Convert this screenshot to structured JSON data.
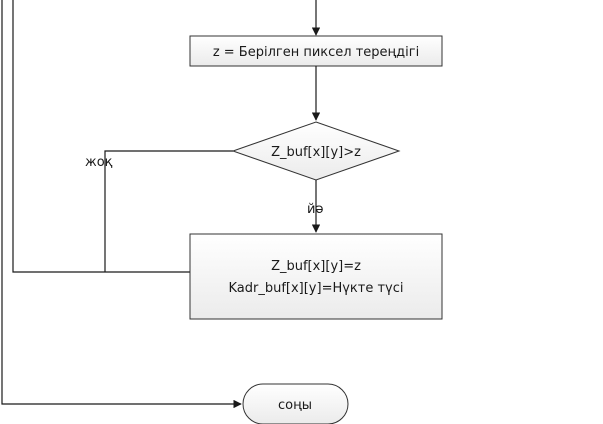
{
  "flowchart": {
    "process_depth": {
      "label": "z = Берілген пиксел тереңдігі"
    },
    "decision": {
      "label": "Z_buf[x][y]>z"
    },
    "branch_no": {
      "label": "жоқ"
    },
    "branch_yes": {
      "label": "йә"
    },
    "process_update": {
      "line1": "Z_buf[x][y]=z",
      "line2": "Kadr_buf[x][y]=Нүкте түсі"
    },
    "terminal_end": {
      "label": "соңы"
    }
  },
  "colors": {
    "box_fill_top": "#ffffff",
    "box_fill_bottom": "#ececec",
    "stroke": "#1a1a1a"
  }
}
